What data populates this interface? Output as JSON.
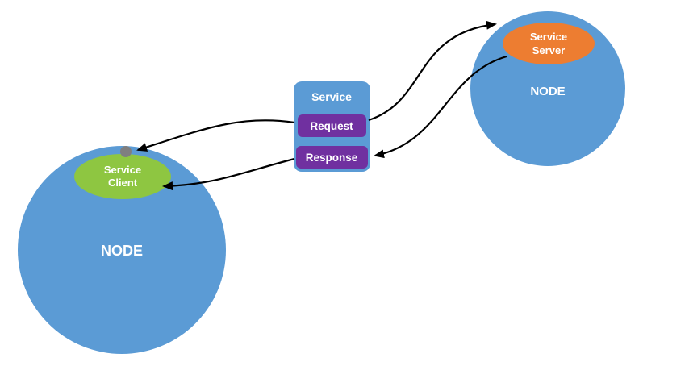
{
  "diagram": {
    "left_node": {
      "label": "NODE",
      "client": {
        "line1": "Service",
        "line2": "Client"
      }
    },
    "right_node": {
      "label": "NODE",
      "server": {
        "line1": "Service",
        "line2": "Server"
      }
    },
    "service_box": {
      "title": "Service",
      "request_label": "Request",
      "response_label": "Response"
    },
    "colors": {
      "node_blue": "#5b9bd5",
      "client_green": "#8ec641",
      "server_orange": "#ed7d31",
      "action_purple": "#7030a0",
      "dot_gray": "#7f7f7f",
      "dot_stroke": "#595959",
      "arrow_black": "#000000"
    }
  }
}
